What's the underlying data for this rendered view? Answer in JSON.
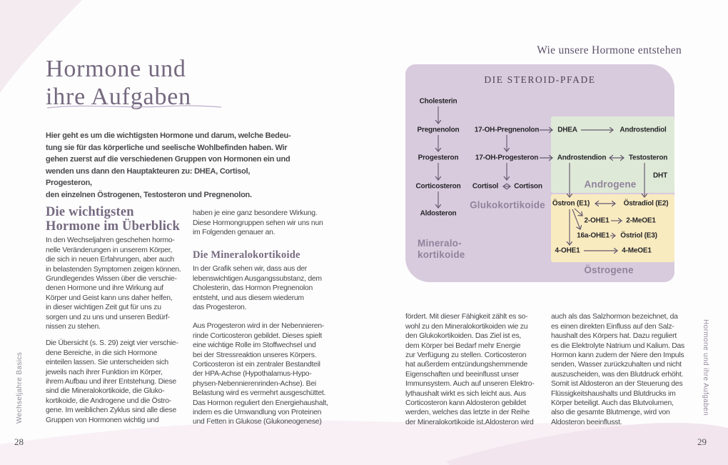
{
  "colors": {
    "paper": "#fdfdfe",
    "purple": "#75697f",
    "graypurple": "#90839c",
    "lavender": "#d8cbdd",
    "green": "#dfe9d7",
    "yellow": "#f9ebc0",
    "pink1": "#f4ebf1",
    "pink2": "#f8f0f4",
    "pink3": "#f1e3ec"
  },
  "left_page": {
    "title": [
      "Hormone und",
      "ihre Aufgaben"
    ],
    "intro": [
      "Hier geht es um die wichtigsten Hormone und darum, welche Bedeu-",
      "tung sie für das körperliche und seelische Wohlbefinden haben. Wir",
      "gehen zuerst auf die verschiedenen Gruppen von Hormonen ein und",
      "wenden uns dann den Hauptakteuren zu: DHEA, Cortisol, Progesteron,",
      "den einzelnen Östrogenen, Testosteron und Pregnenolon."
    ],
    "section_heading": [
      "Die wichtigsten",
      "Hormone im Überblick"
    ],
    "col1_p1": [
      "In den Wechseljahren geschehen hormo-",
      "nelle Veränderungen in unserem Körper,",
      "die sich in neuen Erfahrungen, aber auch",
      "in belastenden Symptomen zeigen können.",
      "Grundlegendes Wissen über die verschie-",
      "denen Hormone und ihre Wirkung auf",
      "Körper und Geist kann uns daher helfen,",
      "in dieser wichtigen Zeit gut für uns zu",
      "sorgen und zu uns und unseren Bedürf-",
      "nissen zu stehen."
    ],
    "col1_p2": [
      "Die Übersicht (s. S. 29) zeigt vier verschie-",
      "dene Bereiche, in die sich Hormone",
      "einteilen lassen. Sie unterscheiden sich",
      "jeweils nach ihrer Funktion im Körper,",
      "ihrem Aufbau und ihrer Entstehung. Diese",
      "sind die Mineralokortikoide, die Gluko-",
      "kortikoide, die Androgene und die Östro-",
      "gene. Im weiblichen Zyklus sind alle diese",
      "Gruppen von Hormonen wichtig und"
    ],
    "col2_p1": [
      "haben je eine ganz besondere Wirkung.",
      "Diese Hormongruppen sehen wir uns nun",
      "im Folgenden genauer an."
    ],
    "col2_heading": "Die Mineralokortikoide",
    "col2_p2": [
      "In der Grafik sehen wir, dass aus der",
      "lebenswichtigen Ausgangssubstanz, dem",
      "Cholesterin, das Hormon Pregnenolon",
      "entsteht, und aus diesem wiederum",
      "das Progesteron."
    ],
    "col2_p3": [
      "Aus Progesteron wird in der Nebennieren-",
      "rinde Corticosteron gebildet. Dieses spielt",
      "eine wichtige Rolle im Stoffwechsel und",
      "bei der Stressreaktion unseres Körpers.",
      "Corticosteron ist ein zentraler Bestandteil",
      "der HPA-Achse (Hypothalamus-Hypo-",
      "physen-Nebennierenrinden-Achse). Bei",
      "Belastung wird es vermehrt ausgeschüttet.",
      "Das Hormon reguliert den Energiehaushalt,",
      "indem es die Umwandlung von Proteinen",
      "und Fetten in Glukose (Glukoneogenese)"
    ],
    "side_label": "Wechseljahre Basics",
    "page_number": "28"
  },
  "right_page": {
    "header": "Wie unsere Hormone entstehen",
    "diagram": {
      "title": "DIE STEROID-PFADE",
      "nodes": {
        "cholesterin": "Cholesterin",
        "pregnenolon": "Pregnenolon",
        "progesteron": "Progesteron",
        "corticosteron": "Corticosteron",
        "aldosteron": "Aldosteron",
        "ohpregnenolon": "17-OH-Pregnenolon",
        "ohprogesteron": "17-OH-Progesteron",
        "cortisol": "Cortisol",
        "cortison": "Cortison",
        "dhea": "DHEA",
        "androstendiol": "Androstendiol",
        "androstendion": "Androstendion",
        "testosteron": "Testosteron",
        "dht": "DHT",
        "oestron": "Östron (E1)",
        "oestradiol": "Östradiol (E2)",
        "ohe2": "2-OHE1",
        "meoe2": "2-MeOE1",
        "ohe16a": "16a-OHE1",
        "oestriol": "Östriol (E3)",
        "ohe4": "4-OHE1",
        "meoe4": "4-MeOE1"
      },
      "groups": {
        "glukokortikoide": "Glukokortikoide",
        "mineralokortikoide": [
          "Mineralo-",
          "kortikoide"
        ],
        "androgene": "Androgene",
        "oestrogene": "Östrogene"
      }
    },
    "col1": [
      "fördert. Mit dieser Fähigkeit zählt es so-",
      "wohl zu den Mineralokortikoiden wie zu",
      "den Glukokortikoiden. Das Ziel ist es,",
      "dem Körper bei Bedarf mehr Energie",
      "zur Verfügung zu stellen. Corticosteron",
      "hat außerdem entzündungshemmende",
      "Eigenschaften und beeinflusst unser",
      "Immunsystem. Auch auf unseren Elektro-",
      "lythaushalt wirkt es sich leicht aus. Aus",
      "Corticosteron kann Aldosteron gebildet",
      "werden, welches das letzte in der Reihe",
      "der Mineralokortikoide ist.Aldosteron wird"
    ],
    "col2": [
      "auch als das Salzhormon bezeichnet, da",
      "es einen direkten Einfluss auf den Salz-",
      "haushalt des Körpers hat. Dazu reguliert",
      "es die Elektrolyte Natrium und Kalium. Das",
      "Hormon kann zudem der Niere den Impuls",
      "senden, Wasser zurückzuhalten und nicht",
      "auszuscheiden, was den Blutdruck erhöht.",
      "Somit ist Aldosteron an der Steuerung des",
      "Flüssigkeitshaushalts und Blutdrucks im",
      "Körper beteiligt. Auch das Blutvolumen,",
      "also die gesamte Blutmenge, wird von",
      "Aldosteron beeinflusst."
    ],
    "side_label": "Hormone und ihre Aufgaben",
    "page_number": "29"
  }
}
